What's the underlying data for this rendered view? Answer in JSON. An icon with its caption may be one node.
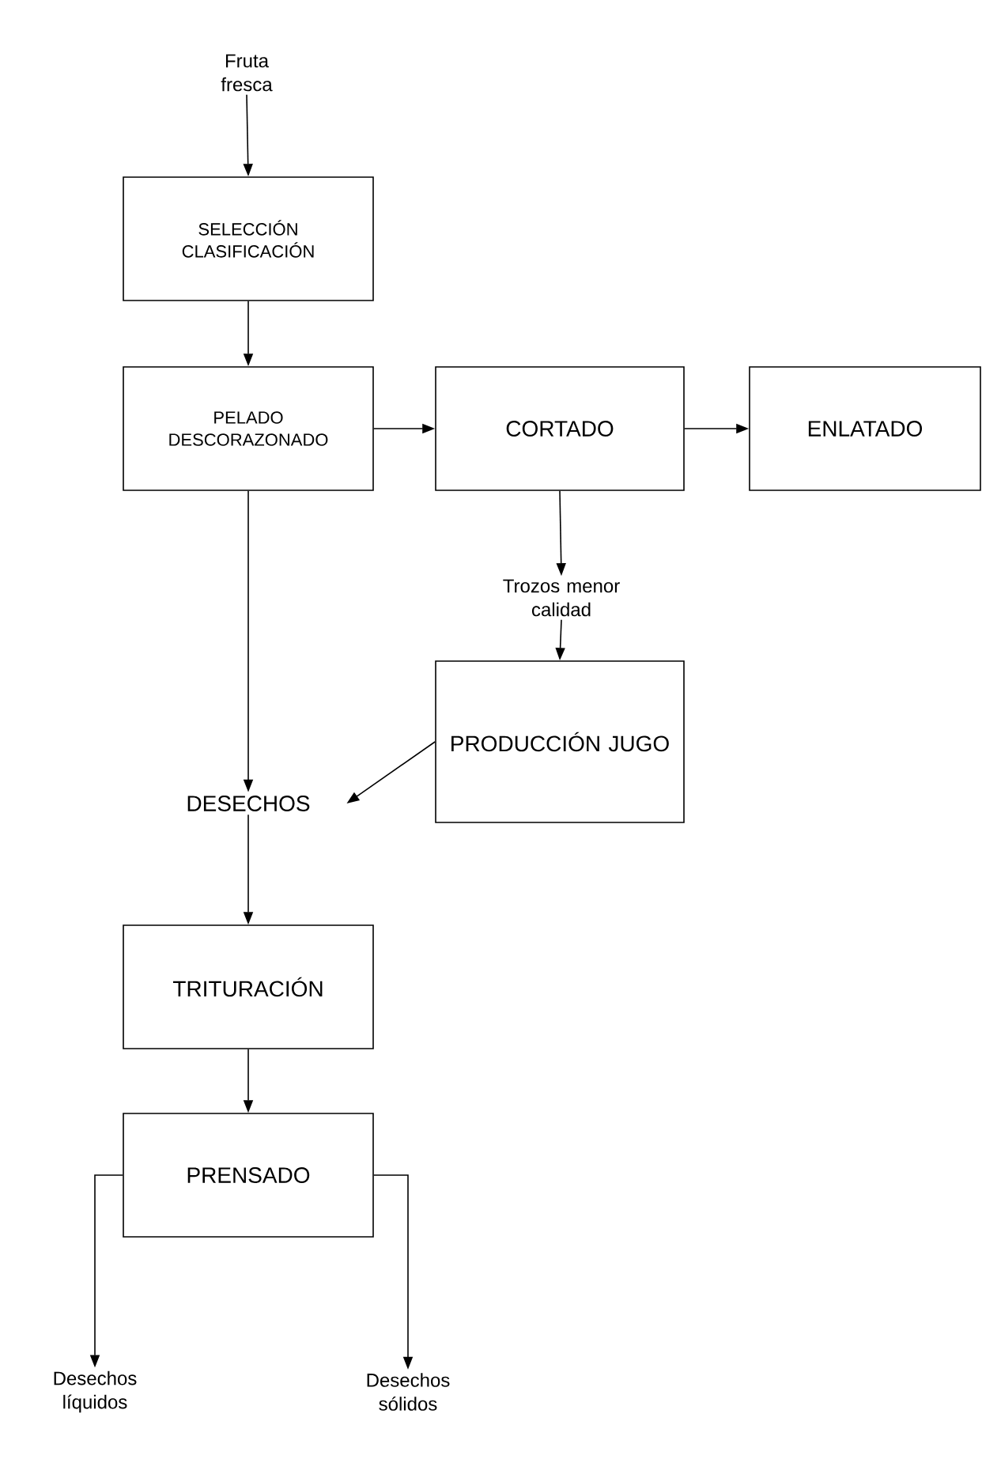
{
  "diagram": {
    "nodes": [
      {
        "text": [
          "Fruta fresca"
        ]
      },
      {
        "text": [
          "SELECCIÓN CLASIFICACIÓN"
        ]
      },
      {
        "text": [
          "PELADO DESCORAZONADO"
        ]
      },
      {
        "text": [
          "CORTADO"
        ]
      },
      {
        "text": [
          "ENLATADO"
        ]
      },
      {
        "text": [
          "Trozos menor calidad"
        ]
      },
      {
        "text": [
          "PRODUCCIÓN JUGO"
        ]
      },
      {
        "text": [
          "DESECHOS"
        ]
      },
      {
        "text": [
          "TRITURACIÓN"
        ]
      },
      {
        "text": [
          "PRENSADO"
        ]
      },
      {
        "text": [
          "Desechos líquidos"
        ]
      },
      {
        "text": [
          "Desechos sólidos"
        ]
      }
    ],
    "edges": [
      {
        "from": 0,
        "to": 1,
        "arrow": "to"
      },
      {
        "from": 1,
        "to": 2,
        "arrow": "to"
      },
      {
        "from": 2,
        "to": 3,
        "arrow": "to"
      },
      {
        "from": 3,
        "to": 4,
        "arrow": "to"
      },
      {
        "from": 3,
        "to": 5,
        "arrow": "to"
      },
      {
        "from": 5,
        "to": 6,
        "arrow": "to"
      },
      {
        "from": 2,
        "to": 7,
        "arrow": "to"
      },
      {
        "from": 6,
        "to": 7,
        "arrow": "to"
      },
      {
        "from": 7,
        "to": 8,
        "arrow": "to"
      },
      {
        "from": 8,
        "to": 9,
        "arrow": "to"
      },
      {
        "from": 9,
        "to": 10,
        "arrow": "to"
      },
      {
        "from": 9,
        "to": 11,
        "arrow": "to"
      }
    ]
  }
}
